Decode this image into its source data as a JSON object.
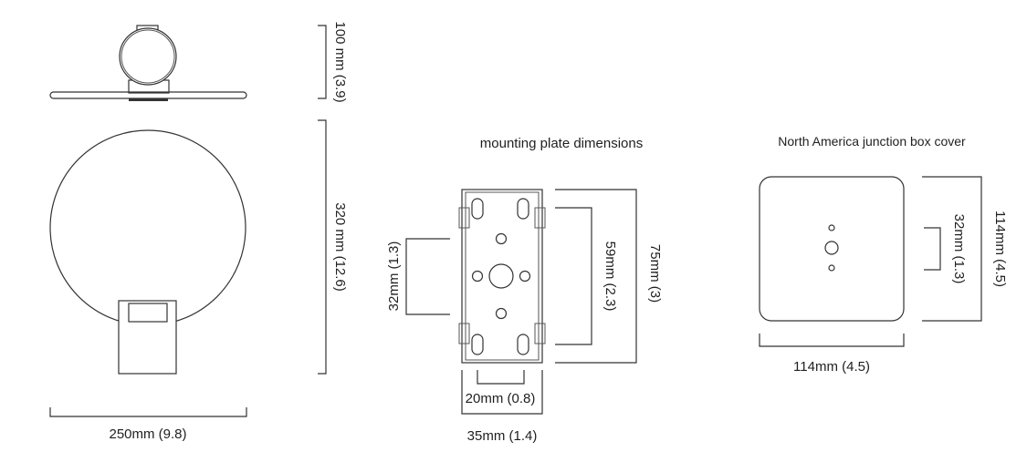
{
  "lamp": {
    "depth_label": "100 mm (3.9)",
    "height_label": "320 mm (12.6)",
    "width_label": "250mm (9.8)"
  },
  "mounting_plate": {
    "title": "mounting plate dimensions",
    "dim_32": "32mm (1.3)",
    "dim_59": "59mm (2.3)",
    "dim_75": "75mm (3)",
    "dim_20": "20mm (0.8)",
    "dim_35": "35mm (1.4)"
  },
  "junction_box": {
    "title": "North America junction box cover",
    "dim_32": "32mm (1.3)",
    "dim_114_h": "114mm (4.5)",
    "dim_114_w": "114mm (4.5)"
  }
}
